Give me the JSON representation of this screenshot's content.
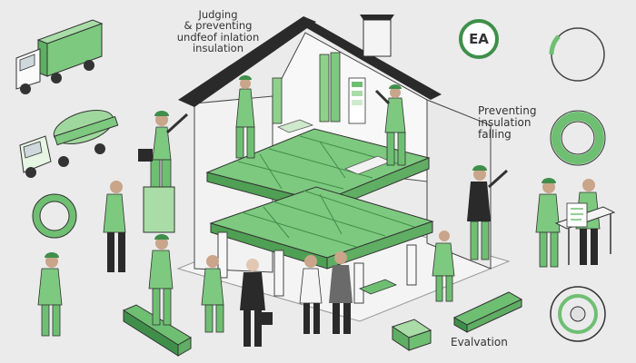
{
  "captions": {
    "top": [
      "Judging",
      "& preventing",
      "undfeof inlation",
      "insulation"
    ],
    "right": [
      "Preventing",
      "insulation",
      "falling"
    ],
    "bottom": "Evalvation"
  },
  "badge": {
    "label": "EA"
  },
  "colors": {
    "background": "#ebebeb",
    "accent_green": "#6fbf73",
    "light_green": "#a9dca6",
    "dark_green": "#3f8f4a",
    "roof": "#2a2a2a",
    "wall": "#f7f7f7",
    "outline": "#333333"
  },
  "icons": [
    "delivery-truck-icon",
    "tanker-truck-icon",
    "ring-icon",
    "evaluation-badge-icon",
    "circle-outline-icon",
    "green-ring-icon",
    "target-circle-icon",
    "house-cross-section-icon",
    "briefcase-icon",
    "clipboard-icon"
  ]
}
